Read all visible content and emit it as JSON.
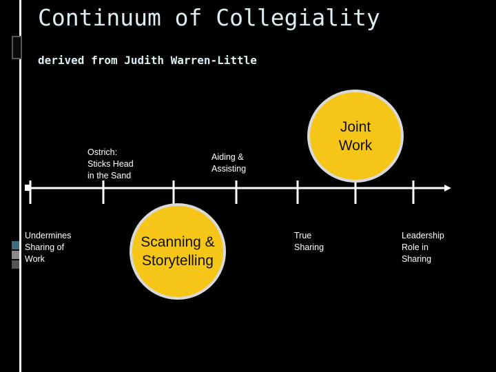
{
  "slide": {
    "title": "Continuum of Collegiality",
    "subtitle": "derived from Judith Warren-Little"
  },
  "labels": {
    "ostrich": "Ostrich:\nSticks Head\nin the Sand",
    "aiding": "Aiding &\nAssisting",
    "undermines": "Undermines\nSharing of\nWork",
    "true_sharing": "True\nSharing",
    "leadership": "Leadership\nRole in\nSharing"
  },
  "circles": {
    "joint_work": "Joint\nWork",
    "scanning": "Scanning &\nStorytelling"
  },
  "colors": {
    "background": "#000000",
    "circle_fill": "#f5c518",
    "circle_border": "#d9d9d9",
    "line": "#ffffff"
  }
}
